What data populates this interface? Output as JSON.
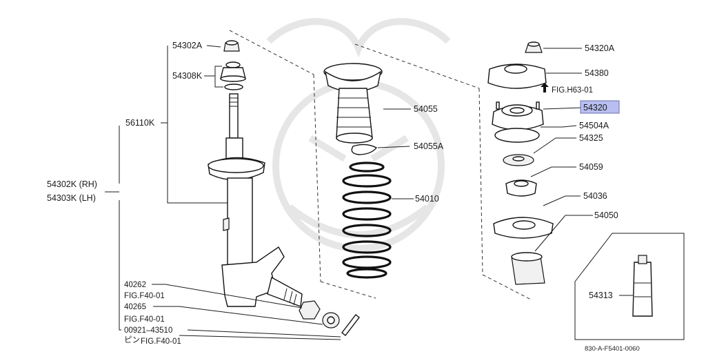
{
  "diagram": {
    "labels": {
      "p54302A": "54302A",
      "p54308K": "54308K",
      "p56110K": "56110K",
      "p54302K": "54302K (RH)",
      "p54303K": "54303K (LH)",
      "p40262": "40262",
      "fig1": "FIG.F40-01",
      "p40265": "40265",
      "fig2": "FIG.F40-01",
      "p00921": "00921–43510",
      "jp": "ピン",
      "fig3": "FIG.F40-01",
      "p54055": "54055",
      "p54055A": "54055A",
      "p54010": "54010",
      "p54320A": "54320A",
      "p54380": "54380",
      "figH63": "FIG.H63-01",
      "p54320": "54320",
      "p54504A": "54504A",
      "p54325": "54325",
      "p54059": "54059",
      "p54036": "54036",
      "p54050": "54050",
      "p54313": "54313",
      "code": "830-A-F5401-0060"
    },
    "highlight_color": "#b8bff0",
    "highlight_border": "#6a6fb0"
  }
}
